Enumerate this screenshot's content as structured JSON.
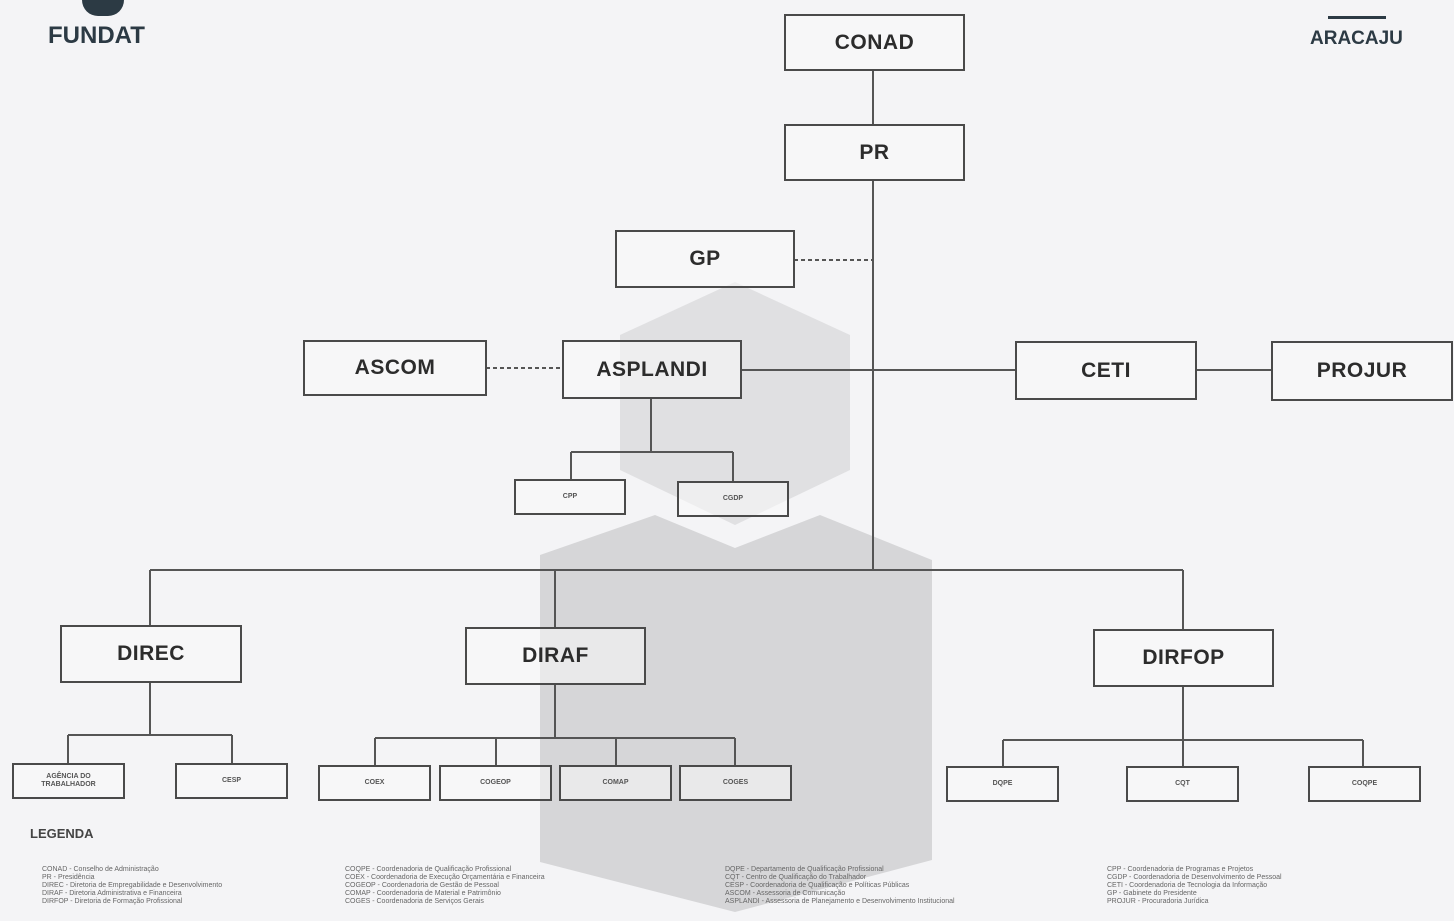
{
  "logos": {
    "left": "FUNDAT",
    "right": "ARACAJU"
  },
  "org": {
    "conad": "CONAD",
    "pr": "PR",
    "gp": "GP",
    "ascom": "ASCOM",
    "asplandi": "ASPLANDI",
    "ceti": "CETI",
    "projur": "PROJUR",
    "cpp": "CPP",
    "cgdp": "CGDP",
    "direc": "DIREC",
    "diraf": "DIRAF",
    "dirfop": "DIRFOP",
    "agencia": "AGÊNCIA DO TRABALHADOR",
    "cesp": "CESP",
    "coex": "COEX",
    "cogeop": "COGEOP",
    "comap": "COMAP",
    "coges": "COGES",
    "dqpe": "DQPE",
    "cqt": "CQT",
    "coqpe": "COQPE"
  },
  "legend": {
    "title": "LEGENDA",
    "col1": [
      "CONAD - Conselho de Administração",
      "PR - Presidência",
      "DIREC - Diretoria de Empregabilidade e Desenvolvimento",
      "DIRAF - Diretoria Administrativa e Financeira",
      "DIRFOP - Diretoria de Formação Profissional"
    ],
    "col2": [
      "COQPE - Coordenadoria de Qualificação Profissional",
      "COEX - Coordenadoria de Execução Orçamentária e Financeira",
      "COGEOP - Coordenadoria de Gestão de Pessoal",
      "COMAP - Coordenadoria de Material e Patrimônio",
      "COGES - Coordenadoria de Serviços Gerais"
    ],
    "col3": [
      "DQPE - Departamento de Qualificação Profissional",
      "CQT - Centro de Qualificação do Trabalhador",
      "CESP - Coordenadoria de Qualificação e Políticas Públicas",
      "ASCOM - Assessoria de Comunicação",
      "ASPLANDI - Assessoria de Planejamento e Desenvolvimento Institucional"
    ],
    "col4": [
      "CPP - Coordenadoria de Programas e Projetos",
      "CGDP - Coordenadoria de Desenvolvimento de Pessoal",
      "CETI - Coordenadoria de Tecnologia da Informação",
      "GP - Gabinete do Presidente",
      "PROJUR - Procuradoria Jurídica"
    ]
  }
}
